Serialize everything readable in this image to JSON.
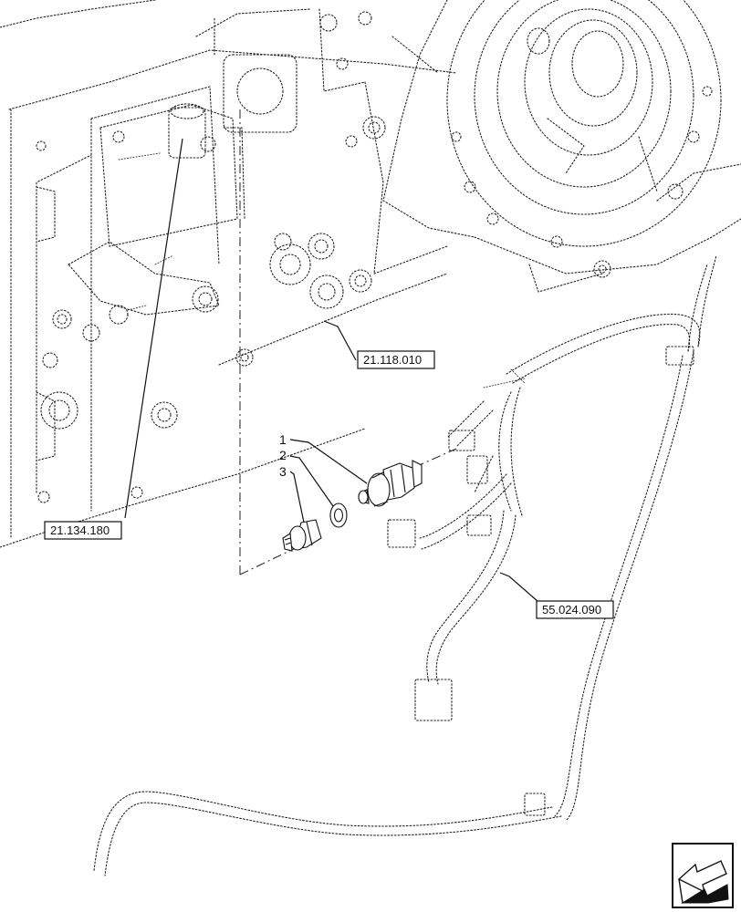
{
  "callouts": [
    {
      "id": "item-1",
      "label": "1"
    },
    {
      "id": "item-2",
      "label": "2"
    },
    {
      "id": "item-3",
      "label": "3"
    }
  ],
  "references": [
    {
      "id": "ref-21-118-010",
      "label": "21.118.010"
    },
    {
      "id": "ref-21-134-180",
      "label": "21.134.180"
    },
    {
      "id": "ref-55-024-090",
      "label": "55.024.090"
    }
  ],
  "nav_icon": "arrow-icon"
}
